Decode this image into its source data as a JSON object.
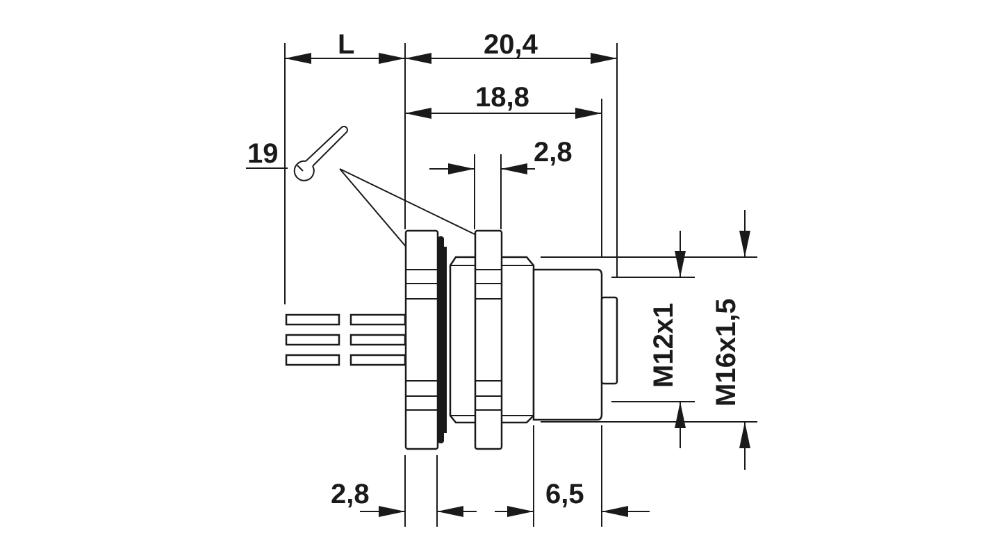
{
  "dimensions": {
    "length_label": "L",
    "overall_length": "20,4",
    "length_to_thread_end": "18,8",
    "nut_thickness_rear": "2,8",
    "wrench_size": "19",
    "nut_thickness_front": "2,8",
    "front_thread_length": "6,5",
    "thread_m12": "M12x1",
    "thread_m16": "M16x1,5"
  },
  "icons": {
    "wrench": "wrench-icon"
  },
  "colors": {
    "line": "#1a1a1a",
    "background": "#ffffff"
  }
}
